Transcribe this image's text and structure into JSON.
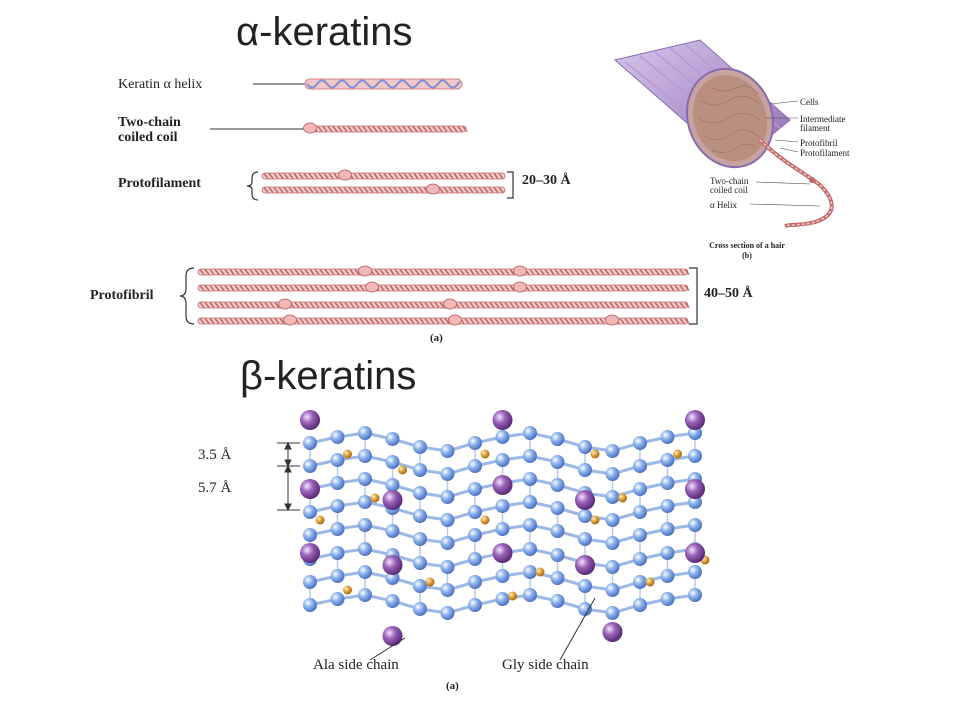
{
  "alpha": {
    "title": "α-keratins",
    "labels": {
      "helix": "Keratin α helix",
      "coil_line1": "Two-chain",
      "coil_line2": "coiled coil",
      "protofilament": "Protofilament",
      "protofilament_size": "20–30 Å",
      "protofibril": "Protofibril",
      "protofibril_size": "40–50 Å",
      "panel_a": "(a)"
    },
    "hair": {
      "cells": "Cells",
      "if_line1": "Intermediate",
      "if_line2": "filament",
      "protofibril": "Protofibril",
      "protofilament": "Protofilament",
      "coil_line1": "Two-chain",
      "coil_line2": "coiled coil",
      "helix": "α Helix",
      "caption": "Cross section of a hair",
      "panel_b": "(b)"
    }
  },
  "beta": {
    "title": "β-keratins",
    "spacing_1": "3.5 Å",
    "spacing_2": "5.7 Å",
    "ala": "Ala side chain",
    "gly": "Gly side chain",
    "panel_a": "(a)"
  },
  "colors": {
    "rope": "#d98585",
    "rope_dark": "#b85a5a",
    "helix_blue": "#7f8fd6",
    "atom_blue": "#7ea7e6",
    "atom_purple": "#9a63b8",
    "atom_orange": "#e3a23c",
    "hair_purple": "#a989c9",
    "hair_core": "#b9907f"
  }
}
